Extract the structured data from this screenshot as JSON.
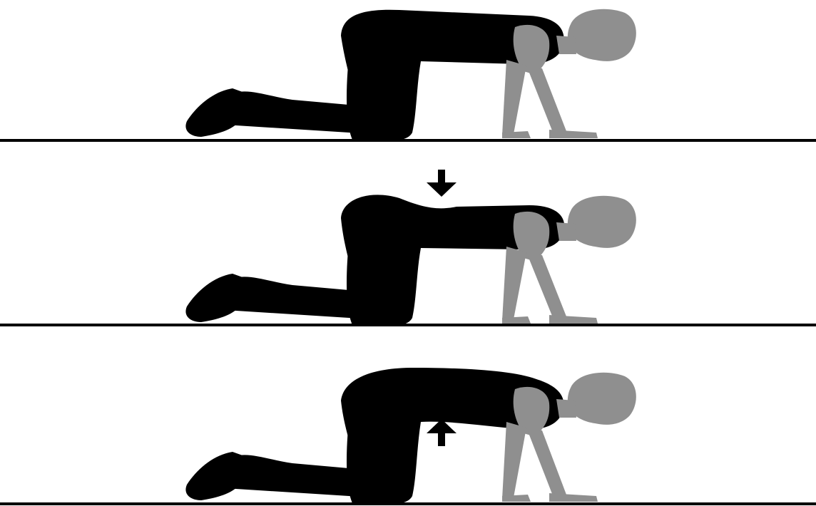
{
  "figure": {
    "description_free": true,
    "panels": [
      {
        "phase": "neutral",
        "arrow": "none"
      },
      {
        "phase": "back-arched-down",
        "arrow": "down"
      },
      {
        "phase": "back-rounded-up",
        "arrow": "up"
      }
    ],
    "colors": {
      "background": "#ffffff",
      "body": "#000000",
      "limb_head": "#8f8f8f",
      "ground": "#000000",
      "arrow": "#000000"
    },
    "icons": {
      "arrow_down": "arrow-down-icon",
      "arrow_up": "arrow-up-icon"
    }
  }
}
